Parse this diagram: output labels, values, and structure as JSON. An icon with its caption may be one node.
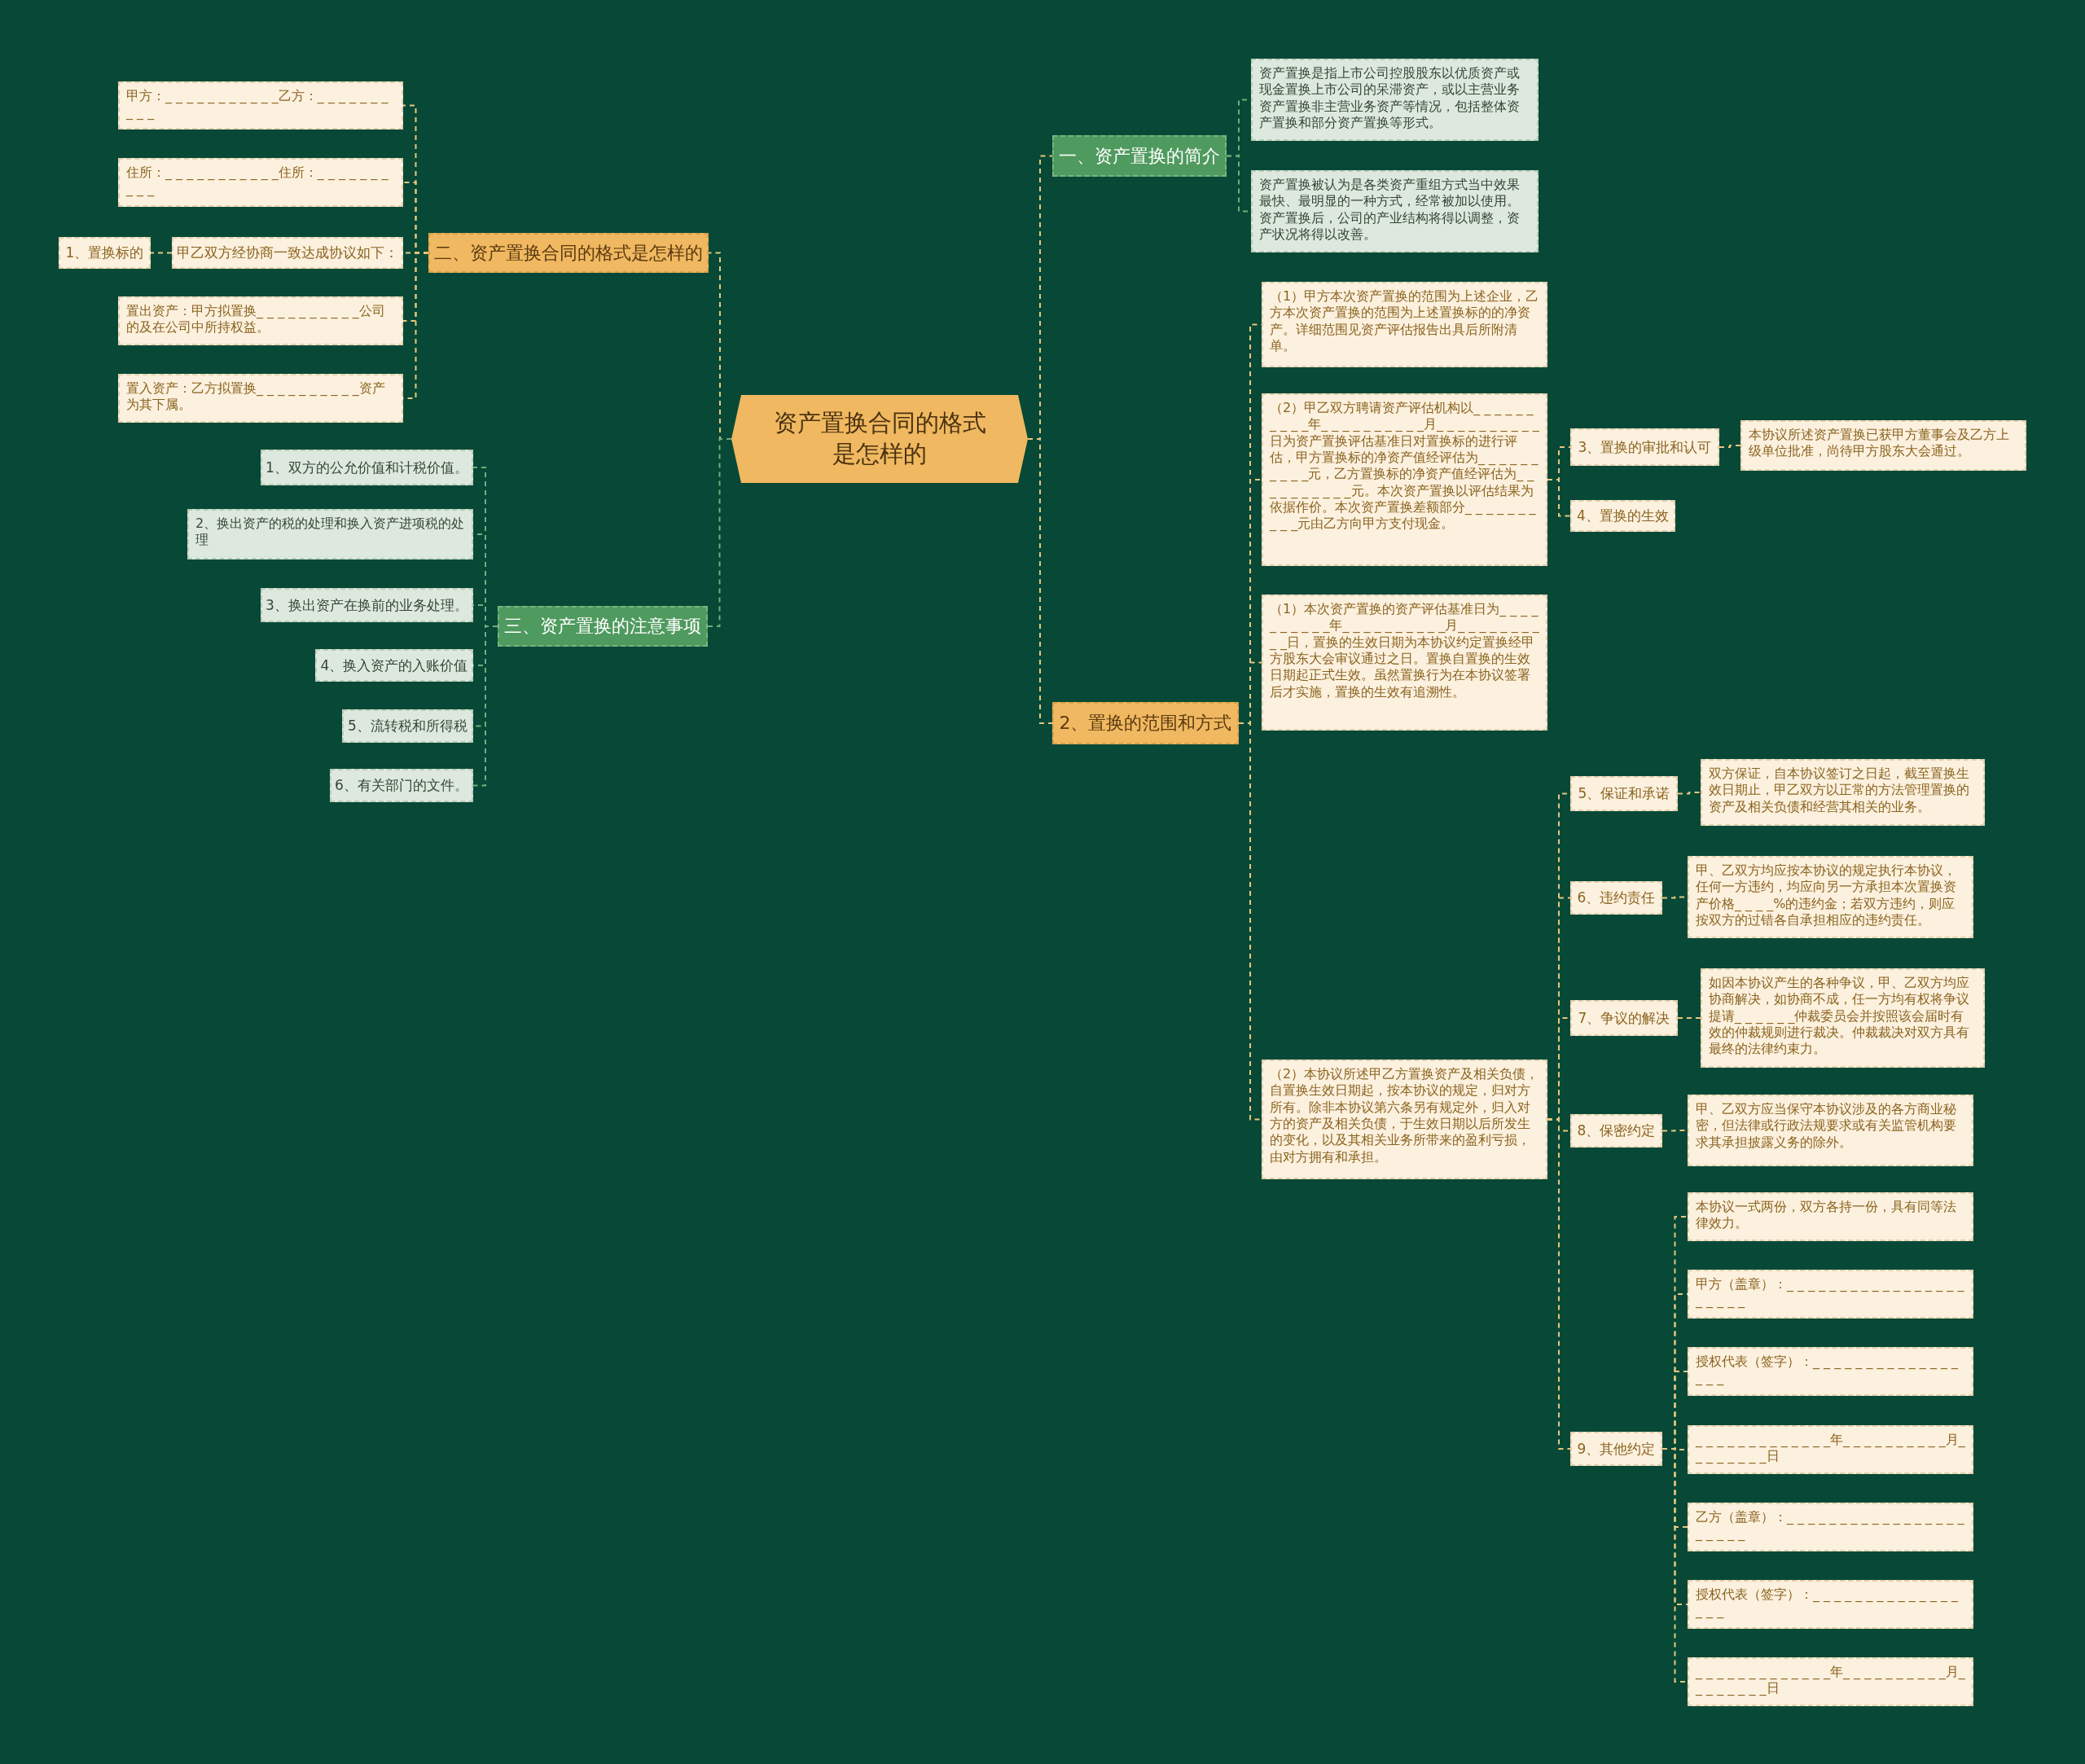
{
  "diagram": {
    "nodes": [
      {
        "text": [
          "资产置换合同的格式是怎样的"
        ]
      },
      {
        "text": [
          "一、资产置换的简介"
        ]
      },
      {
        "text": [
          "资产置换是指上市公司控股股东以优质资产或现金置换上市公司的呆滞资产，或以主营业务资产置换非主营业务资产等情况，包括整体资产置换和部分资产置换等形式。"
        ]
      },
      {
        "text": [
          "资产置换被认为是各类资产重组方式当中效果最快、最明显的一种方式，经常被加以使用。资产置换后，公司的产业结构将得以调整，资产状况将得以改善。"
        ]
      },
      {
        "text": [
          "2、置换的范围和方式"
        ]
      },
      {
        "text": [
          "（1）甲方本次资产置换的范围为上述企业，乙方本次资产置换的范围为上述置换标的的净资产。详细范围见资产评估报告出具后所附清单。"
        ]
      },
      {
        "text": [
          "（2）甲乙双方聘请资产评估机构以_ _ _ _ _ _ _ _ _ _年_ _ _ _ _ _ _ _ _ _月_ _ _ _ _ _ _ _ _ _日为资产置换评估基准日对置换标的进行评估，甲方置换标的净资产值经评估为_ _ _ _ _ _ _ _ _ _元，乙方置换标的净资产值经评估为_ _ _ _ _ _ _ _ _ _元。本次资产置换以评估结果为依据作价。本次资产置换差额部分_ _ _ _ _ _ _ _ _ _元由乙方向甲方支付现金。"
        ]
      },
      {
        "text": [
          "3、置换的审批和认可"
        ]
      },
      {
        "text": [
          "本协议所述资产置换已获甲方董事会及乙方上级单位批准，尚待甲方股东大会通过。"
        ]
      },
      {
        "text": [
          "4、置换的生效"
        ]
      },
      {
        "text": [
          "（1）本次资产置换的资产评估基准日为_ _ _ _ _ _ _ _ _ _年_ _ _ _ _ _ _ _ _ _月_ _ _ _ _ _ _ _ _ _日，置换的生效日期为本协议约定置换经甲方股东大会审议通过之日。置换自置换的生效日期起正式生效。虽然置换行为在本协议签署后才实施，置换的生效有追溯性。"
        ]
      },
      {
        "text": [
          "（2）本协议所述甲乙方置换资产及相关负债，自置换生效日期起，按本协议的规定，归对方所有。除非本协议第六条另有规定外，归入对方的资产及相关负债，于生效日期以后所发生的变化，以及其相关业务所带来的盈利亏损，由对方拥有和承担。"
        ]
      },
      {
        "text": [
          "5、保证和承诺"
        ]
      },
      {
        "text": [
          "双方保证，自本协议签订之日起，截至置换生效日期止，甲乙双方以正常的方法管理置换的资产及相关负债和经营其相关的业务。"
        ]
      },
      {
        "text": [
          "6、违约责任"
        ]
      },
      {
        "text": [
          "甲、乙双方均应按本协议的规定执行本协议，任何一方违约，均应向另一方承担本次置换资产价格_ _ _ _%的违约金；若双方违约，则应按双方的过错各自承担相应的违约责任。"
        ]
      },
      {
        "text": [
          "7、争议的解决"
        ]
      },
      {
        "text": [
          "如因本协议产生的各种争议，甲、乙双方均应协商解决，如协商不成，任一方均有权将争议提请_ _ _ _ _ _仲裁委员会并按照该会届时有效的仲裁规则进行裁决。仲裁裁决对双方具有最终的法律约束力。"
        ]
      },
      {
        "text": [
          "8、保密约定"
        ]
      },
      {
        "text": [
          "甲、乙双方应当保守本协议涉及的各方商业秘密，但法律或行政法规要求或有关监管机构要求其承担披露义务的除外。"
        ]
      },
      {
        "text": [
          "9、其他约定"
        ]
      },
      {
        "text": [
          "本协议一式两份，双方各持一份，具有同等法律效力。"
        ]
      },
      {
        "text": [
          "甲方（盖章）：_ _ _ _ _ _ _ _ _ _ _ _ _ _ _ _ _ _ _ _ _ _"
        ]
      },
      {
        "text": [
          "授权代表（签字）：_ _ _ _ _ _ _ _ _ _ _ _ _ _ _ _ _"
        ]
      },
      {
        "text": [
          "_ _ _ _ _ _ _ _ _ _ _ _ _年_ _ _ _ _ _ _ _ _ _月_ _ _ _ _ _ _ _日"
        ]
      },
      {
        "text": [
          "乙方（盖章）：_ _ _ _ _ _ _ _ _ _ _ _ _ _ _ _ _ _ _ _ _ _"
        ]
      },
      {
        "text": [
          "授权代表（签字）：_ _ _ _ _ _ _ _ _ _ _ _ _ _ _ _ _"
        ]
      },
      {
        "text": [
          "_ _ _ _ _ _ _ _ _ _ _ _ _年_ _ _ _ _ _ _ _ _ _月_ _ _ _ _ _ _ _日"
        ]
      },
      {
        "text": [
          "二、资产置换合同的格式是怎样的"
        ]
      },
      {
        "text": [
          "甲方：_ _ _ _ _ _ _ _ _ _ _乙方：_ _ _ _ _ _ _ _ _ _"
        ]
      },
      {
        "text": [
          "住所：_ _ _ _ _ _ _ _ _ _ _住所：_ _ _ _ _ _ _ _ _ _"
        ]
      },
      {
        "text": [
          "甲乙双方经协商一致达成协议如下："
        ]
      },
      {
        "text": [
          "1、置换标的"
        ]
      },
      {
        "text": [
          "置出资产：甲方拟置换_ _ _ _ _ _ _ _ _ _公司的及在公司中所持权益。"
        ]
      },
      {
        "text": [
          "置入资产：乙方拟置换_ _ _ _ _ _ _ _ _ _资产为其下属。"
        ]
      },
      {
        "text": [
          "三、资产置换的注意事项"
        ]
      },
      {
        "text": [
          "1、双方的公允价值和计税价值。"
        ]
      },
      {
        "text": [
          "2、换出资产的税的处理和换入资产进项税的处理"
        ]
      },
      {
        "text": [
          "3、换出资产在换前的业务处理。"
        ]
      },
      {
        "text": [
          "4、换入资产的入账价值"
        ]
      },
      {
        "text": [
          "5、流转税和所得税"
        ]
      },
      {
        "text": [
          "6、有关部门的文件。"
        ]
      }
    ],
    "edges": [
      {
        "from": 0,
        "to": 1,
        "arrow": "none",
        "style": "dashed"
      },
      {
        "from": 1,
        "to": 2,
        "arrow": "none",
        "style": "dashed",
        "color": "#6fae7c"
      },
      {
        "from": 1,
        "to": 3,
        "arrow": "none",
        "style": "dashed",
        "color": "#6fae7c"
      },
      {
        "from": 0,
        "to": 4,
        "arrow": "none",
        "style": "dashed"
      },
      {
        "from": 4,
        "to": 5,
        "arrow": "none",
        "style": "dashed"
      },
      {
        "from": 4,
        "to": 6,
        "arrow": "none",
        "style": "dashed"
      },
      {
        "from": 6,
        "to": 7,
        "arrow": "none",
        "style": "dashed"
      },
      {
        "from": 7,
        "to": 8,
        "arrow": "none",
        "style": "dashed"
      },
      {
        "from": 6,
        "to": 9,
        "arrow": "none",
        "style": "dashed"
      },
      {
        "from": 4,
        "to": 10,
        "arrow": "none",
        "style": "dashed"
      },
      {
        "from": 4,
        "to": 11,
        "arrow": "none",
        "style": "dashed"
      },
      {
        "from": 11,
        "to": 12,
        "arrow": "none",
        "style": "dashed"
      },
      {
        "from": 12,
        "to": 13,
        "arrow": "none",
        "style": "dashed"
      },
      {
        "from": 11,
        "to": 14,
        "arrow": "none",
        "style": "dashed"
      },
      {
        "from": 14,
        "to": 15,
        "arrow": "none",
        "style": "dashed"
      },
      {
        "from": 11,
        "to": 16,
        "arrow": "none",
        "style": "dashed"
      },
      {
        "from": 16,
        "to": 17,
        "arrow": "none",
        "style": "dashed"
      },
      {
        "from": 11,
        "to": 18,
        "arrow": "none",
        "style": "dashed"
      },
      {
        "from": 18,
        "to": 19,
        "arrow": "none",
        "style": "dashed"
      },
      {
        "from": 11,
        "to": 20,
        "arrow": "none",
        "style": "dashed"
      },
      {
        "from": 20,
        "to": 21,
        "arrow": "none",
        "style": "dashed"
      },
      {
        "from": 20,
        "to": 22,
        "arrow": "none",
        "style": "dashed"
      },
      {
        "from": 20,
        "to": 23,
        "arrow": "none",
        "style": "dashed"
      },
      {
        "from": 20,
        "to": 24,
        "arrow": "none",
        "style": "dashed"
      },
      {
        "from": 20,
        "to": 25,
        "arrow": "none",
        "style": "dashed"
      },
      {
        "from": 20,
        "to": 26,
        "arrow": "none",
        "style": "dashed"
      },
      {
        "from": 20,
        "to": 27,
        "arrow": "none",
        "style": "dashed"
      },
      {
        "from": 0,
        "to": 28,
        "arrow": "none",
        "style": "dashed"
      },
      {
        "from": 28,
        "to": 29,
        "arrow": "none",
        "style": "dashed"
      },
      {
        "from": 28,
        "to": 30,
        "arrow": "none",
        "style": "dashed"
      },
      {
        "from": 28,
        "to": 31,
        "arrow": "none",
        "style": "dashed"
      },
      {
        "from": 31,
        "to": 32,
        "arrow": "none",
        "style": "dashed"
      },
      {
        "from": 28,
        "to": 33,
        "arrow": "none",
        "style": "dashed"
      },
      {
        "from": 28,
        "to": 34,
        "arrow": "none",
        "style": "dashed"
      },
      {
        "from": 0,
        "to": 35,
        "arrow": "none",
        "style": "dashed",
        "color": "#6fae7c"
      },
      {
        "from": 35,
        "to": 36,
        "arrow": "none",
        "style": "dashed",
        "color": "#6fae7c"
      },
      {
        "from": 35,
        "to": 37,
        "arrow": "none",
        "style": "dashed",
        "color": "#6fae7c"
      },
      {
        "from": 35,
        "to": 38,
        "arrow": "none",
        "style": "dashed",
        "color": "#6fae7c"
      },
      {
        "from": 35,
        "to": 39,
        "arrow": "none",
        "style": "dashed",
        "color": "#6fae7c"
      },
      {
        "from": 35,
        "to": 40,
        "arrow": "none",
        "style": "dashed",
        "color": "#6fae7c"
      },
      {
        "from": 35,
        "to": 41,
        "arrow": "none",
        "style": "dashed",
        "color": "#6fae7c"
      }
    ]
  }
}
